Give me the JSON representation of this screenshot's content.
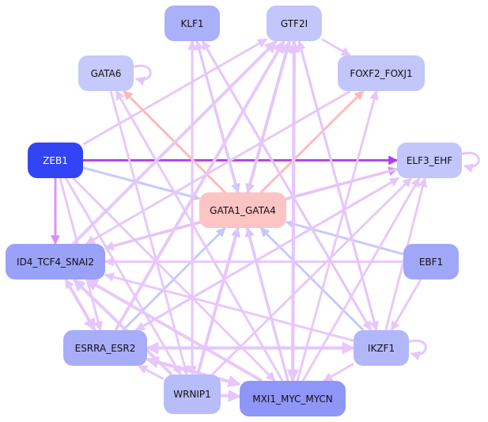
{
  "graph": {
    "type": "directed-network",
    "nodes": [
      {
        "id": "KLF1",
        "label": "KLF1",
        "fill": "#aab0fa",
        "text_color": "#111111"
      },
      {
        "id": "GTF2I",
        "label": "GTF2I",
        "fill": "#c2c6fb",
        "text_color": "#111111"
      },
      {
        "id": "GATA6",
        "label": "GATA6",
        "fill": "#c6c9fb",
        "text_color": "#111111"
      },
      {
        "id": "FOXF2_FOXJ1",
        "label": "FOXF2_FOXJ1",
        "fill": "#c2c6fb",
        "text_color": "#111111"
      },
      {
        "id": "ZEB1",
        "label": "ZEB1",
        "fill": "#3344f5",
        "text_color": "#ffffff"
      },
      {
        "id": "ELF3_EHF",
        "label": "ELF3_EHF",
        "fill": "#c2c6fb",
        "text_color": "#111111"
      },
      {
        "id": "GATA1_GATA4",
        "label": "GATA1_GATA4",
        "fill": "#fdc4c4",
        "text_color": "#111111"
      },
      {
        "id": "ID4_TCF4_SNAI2",
        "label": "ID4_TCF4_SNAI2",
        "fill": "#9aa1f8",
        "text_color": "#111111"
      },
      {
        "id": "EBF1",
        "label": "EBF1",
        "fill": "#a0a6f8",
        "text_color": "#111111"
      },
      {
        "id": "ESRRA_ESR2",
        "label": "ESRRA_ESR2",
        "fill": "#a7adf9",
        "text_color": "#111111"
      },
      {
        "id": "IKZF1",
        "label": "IKZF1",
        "fill": "#b2b7fa",
        "text_color": "#111111"
      },
      {
        "id": "WRNIP1",
        "label": "WRNIP1",
        "fill": "#b7bcfa",
        "text_color": "#111111"
      },
      {
        "id": "MXI1_MYC_MYCN",
        "label": "MXI1_MYC_MYCN",
        "fill": "#8e96f7",
        "text_color": "#111111"
      }
    ],
    "edge_colors": {
      "light_purple": "#e6c6fb",
      "medium_purple": "#d690f5",
      "strong_purple": "#b23cee",
      "light_blue": "#c2c8fb",
      "light_red": "#fdb8b8"
    },
    "edges": [
      {
        "source": "ZEB1",
        "target": "ELF3_EHF",
        "color": "strong_purple",
        "weight": 3
      },
      {
        "source": "ZEB1",
        "target": "ID4_TCF4_SNAI2",
        "color": "medium_purple",
        "weight": 3
      },
      {
        "source": "ZEB1",
        "target": "GATA1_GATA4",
        "color": "light_blue",
        "weight": 3
      },
      {
        "source": "ZEB1",
        "target": "GTF2I",
        "color": "light_purple",
        "weight": 3
      },
      {
        "source": "ZEB1",
        "target": "WRNIP1",
        "color": "light_purple",
        "weight": 3
      },
      {
        "source": "ZEB1",
        "target": "MXI1_MYC_MYCN",
        "color": "light_purple",
        "weight": 3
      },
      {
        "source": "GATA1_GATA4",
        "target": "GATA6",
        "color": "light_red",
        "weight": 3
      },
      {
        "source": "GATA1_GATA4",
        "target": "KLF1",
        "color": "light_red",
        "weight": 2
      },
      {
        "source": "GATA1_GATA4",
        "target": "GTF2I",
        "color": "light_red",
        "weight": 2
      },
      {
        "source": "GATA1_GATA4",
        "target": "FOXF2_FOXJ1",
        "color": "light_red",
        "weight": 3
      },
      {
        "source": "GATA1_GATA4",
        "target": "ELF3_EHF",
        "color": "light_red",
        "weight": 3
      },
      {
        "source": "GATA1_GATA4",
        "target": "ID4_TCF4_SNAI2",
        "color": "light_red",
        "weight": 3
      },
      {
        "source": "KLF1",
        "target": "GATA1_GATA4",
        "color": "light_blue",
        "weight": 3
      },
      {
        "source": "GTF2I",
        "target": "GATA1_GATA4",
        "color": "light_blue",
        "weight": 3
      },
      {
        "source": "EBF1",
        "target": "GATA1_GATA4",
        "color": "light_blue",
        "weight": 3
      },
      {
        "source": "IKZF1",
        "target": "GATA1_GATA4",
        "color": "light_blue",
        "weight": 3
      },
      {
        "source": "ESRRA_ESR2",
        "target": "GATA1_GATA4",
        "color": "light_blue",
        "weight": 3
      },
      {
        "source": "WRNIP1",
        "target": "GATA1_GATA4",
        "color": "light_blue",
        "weight": 3
      },
      {
        "source": "MXI1_MYC_MYCN",
        "target": "GATA1_GATA4",
        "color": "light_blue",
        "weight": 3
      },
      {
        "source": "GATA6",
        "target": "GATA6",
        "color": "light_purple",
        "weight": 3
      },
      {
        "source": "ELF3_EHF",
        "target": "ELF3_EHF",
        "color": "light_purple",
        "weight": 3
      },
      {
        "source": "IKZF1",
        "target": "IKZF1",
        "color": "light_purple",
        "weight": 3
      },
      {
        "source": "GTF2I",
        "target": "FOXF2_FOXJ1",
        "color": "light_purple",
        "weight": 3
      },
      {
        "source": "ID4_TCF4_SNAI2",
        "target": "ELF3_EHF",
        "color": "medium_purple",
        "weight": 3
      },
      {
        "source": "ID4_TCF4_SNAI2",
        "target": "GTF2I",
        "color": "light_purple",
        "weight": 4
      },
      {
        "source": "ID4_TCF4_SNAI2",
        "target": "ESRRA_ESR2",
        "color": "light_purple",
        "weight": 4
      },
      {
        "source": "EBF1",
        "target": "ID4_TCF4_SNAI2",
        "color": "light_purple",
        "weight": 3
      },
      {
        "source": "EBF1",
        "target": "IKZF1",
        "color": "light_purple",
        "weight": 3
      },
      {
        "source": "IKZF1",
        "target": "ID4_TCF4_SNAI2",
        "color": "light_purple",
        "weight": 3
      },
      {
        "source": "IKZF1",
        "target": "KLF1",
        "color": "light_purple",
        "weight": 3
      },
      {
        "source": "IKZF1",
        "target": "GTF2I",
        "color": "light_purple",
        "weight": 3
      },
      {
        "source": "IKZF1",
        "target": "ELF3_EHF",
        "color": "light_purple",
        "weight": 3
      },
      {
        "source": "IKZF1",
        "target": "ESRRA_ESR2",
        "color": "light_purple",
        "weight": 4
      },
      {
        "source": "IKZF1",
        "target": "MXI1_MYC_MYCN",
        "color": "light_purple",
        "weight": 3
      },
      {
        "source": "ESRRA_ESR2",
        "target": "GTF2I",
        "color": "light_purple",
        "weight": 4
      },
      {
        "source": "ESRRA_ESR2",
        "target": "ELF3_EHF",
        "color": "light_purple",
        "weight": 3
      },
      {
        "source": "ESRRA_ESR2",
        "target": "IKZF1",
        "color": "light_purple",
        "weight": 4
      },
      {
        "source": "ESRRA_ESR2",
        "target": "MXI1_MYC_MYCN",
        "color": "light_purple",
        "weight": 4
      },
      {
        "source": "ESRRA_ESR2",
        "target": "ID4_TCF4_SNAI2",
        "color": "light_purple",
        "weight": 3
      },
      {
        "source": "WRNIP1",
        "target": "MXI1_MYC_MYCN",
        "color": "light_purple",
        "weight": 4
      },
      {
        "source": "WRNIP1",
        "target": "KLF1",
        "color": "light_purple",
        "weight": 3
      },
      {
        "source": "WRNIP1",
        "target": "GTF2I",
        "color": "light_purple",
        "weight": 4
      },
      {
        "source": "WRNIP1",
        "target": "ELF3_EHF",
        "color": "light_purple",
        "weight": 3
      },
      {
        "source": "WRNIP1",
        "target": "ID4_TCF4_SNAI2",
        "color": "light_purple",
        "weight": 4
      },
      {
        "source": "WRNIP1",
        "target": "ESRRA_ESR2",
        "color": "light_purple",
        "weight": 3
      },
      {
        "source": "MXI1_MYC_MYCN",
        "target": "GTF2I",
        "color": "light_purple",
        "weight": 4
      },
      {
        "source": "MXI1_MYC_MYCN",
        "target": "KLF1",
        "color": "light_purple",
        "weight": 3
      },
      {
        "source": "MXI1_MYC_MYCN",
        "target": "ELF3_EHF",
        "color": "light_purple",
        "weight": 3
      },
      {
        "source": "MXI1_MYC_MYCN",
        "target": "ID4_TCF4_SNAI2",
        "color": "light_purple",
        "weight": 4
      },
      {
        "source": "MXI1_MYC_MYCN",
        "target": "ESRRA_ESR2",
        "color": "light_purple",
        "weight": 4
      },
      {
        "source": "MXI1_MYC_MYCN",
        "target": "FOXF2_FOXJ1",
        "color": "light_purple",
        "weight": 3
      },
      {
        "source": "MXI1_MYC_MYCN",
        "target": "GATA6",
        "color": "light_purple",
        "weight": 3
      },
      {
        "source": "KLF1",
        "target": "WRNIP1",
        "color": "light_purple",
        "weight": 3
      },
      {
        "source": "KLF1",
        "target": "IKZF1",
        "color": "light_purple",
        "weight": 3
      },
      {
        "source": "GTF2I",
        "target": "IKZF1",
        "color": "light_purple",
        "weight": 3
      },
      {
        "source": "GTF2I",
        "target": "MXI1_MYC_MYCN",
        "color": "light_purple",
        "weight": 4
      },
      {
        "source": "ELF3_EHF",
        "target": "ID4_TCF4_SNAI2",
        "color": "light_purple",
        "weight": 3
      },
      {
        "source": "ELF3_EHF",
        "target": "ESRRA_ESR2",
        "color": "light_purple",
        "weight": 3
      },
      {
        "source": "GATA6",
        "target": "WRNIP1",
        "color": "light_purple",
        "weight": 3
      },
      {
        "source": "FOXF2_FOXJ1",
        "target": "ID4_TCF4_SNAI2",
        "color": "light_purple",
        "weight": 3
      },
      {
        "source": "ZEB1",
        "target": "ESRRA_ESR2",
        "color": "light_purple",
        "weight": 3
      }
    ]
  }
}
